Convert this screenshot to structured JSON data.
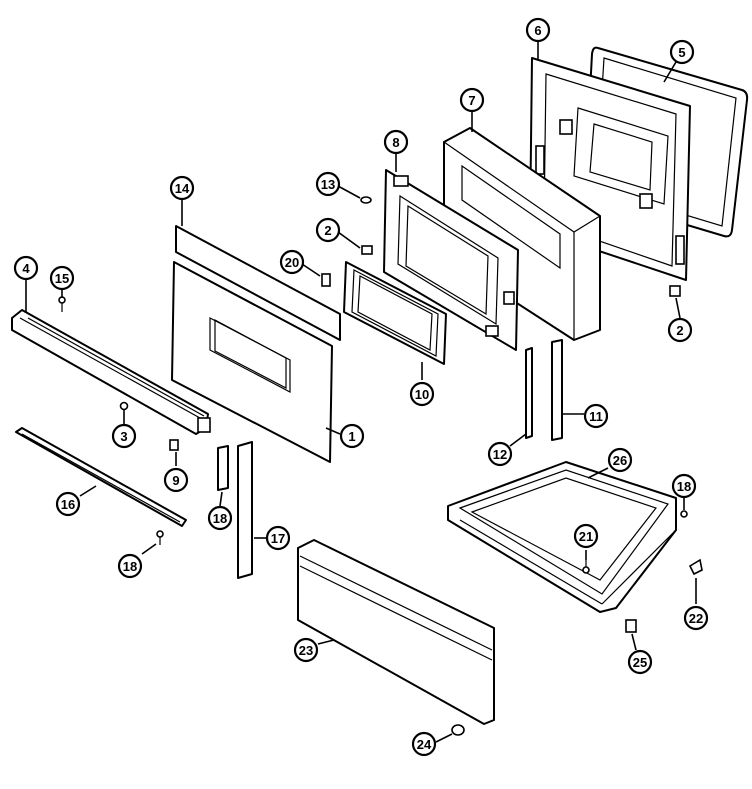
{
  "diagram": {
    "callouts": [
      {
        "id": "c1",
        "label": "1"
      },
      {
        "id": "c2a",
        "label": "2"
      },
      {
        "id": "c2b",
        "label": "2"
      },
      {
        "id": "c3",
        "label": "3"
      },
      {
        "id": "c4",
        "label": "4"
      },
      {
        "id": "c5",
        "label": "5"
      },
      {
        "id": "c6",
        "label": "6"
      },
      {
        "id": "c7",
        "label": "7"
      },
      {
        "id": "c8",
        "label": "8"
      },
      {
        "id": "c9",
        "label": "9"
      },
      {
        "id": "c10",
        "label": "10"
      },
      {
        "id": "c11",
        "label": "11"
      },
      {
        "id": "c12",
        "label": "12"
      },
      {
        "id": "c13",
        "label": "13"
      },
      {
        "id": "c14",
        "label": "14"
      },
      {
        "id": "c15",
        "label": "15"
      },
      {
        "id": "c16",
        "label": "16"
      },
      {
        "id": "c17",
        "label": "17"
      },
      {
        "id": "c18a",
        "label": "18"
      },
      {
        "id": "c18b",
        "label": "18"
      },
      {
        "id": "c19",
        "label": "18"
      },
      {
        "id": "c20",
        "label": "20"
      },
      {
        "id": "c21",
        "label": "21"
      },
      {
        "id": "c22",
        "label": "22"
      },
      {
        "id": "c23",
        "label": "23"
      },
      {
        "id": "c24",
        "label": "24"
      },
      {
        "id": "c25",
        "label": "25"
      },
      {
        "id": "c26",
        "label": "26"
      }
    ]
  }
}
